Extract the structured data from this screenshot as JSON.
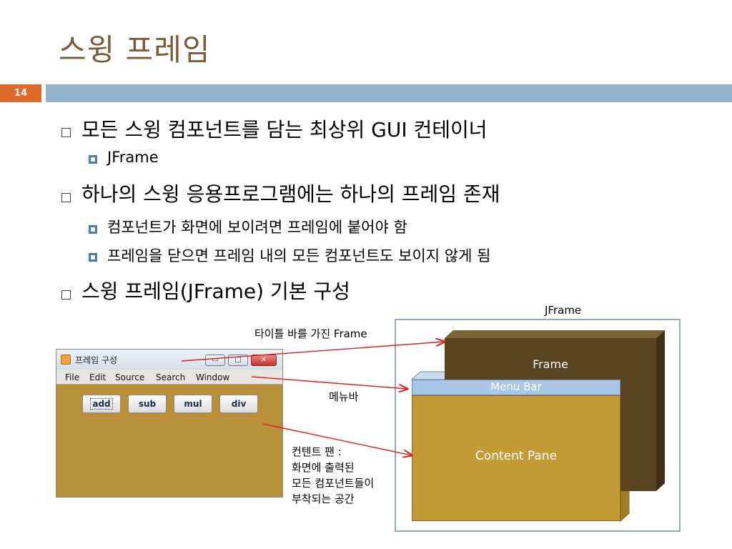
{
  "slide": {
    "title": "스윙 프레임",
    "number": "14"
  },
  "bullets": [
    {
      "text": "모든 스윙 컴포넌트를 담는 최상위 GUI 컨테이너",
      "children": [
        "JFrame"
      ]
    },
    {
      "text": "하나의 스윙 응용프로그램에는 하나의 프레임 존재",
      "children": [
        "컴포넌트가 화면에 보이려면 프레임에 붙어야 함",
        "프레임을 닫으면 프레임 내의 모든 컴포넌트도 보이지 않게 됨"
      ]
    },
    {
      "text": "스윙 프레임(JFrame) 기본 구성",
      "children": []
    }
  ],
  "window": {
    "title": "프레임 구성",
    "controls": {
      "minimize": "▭",
      "maximize": "□",
      "close": "✕"
    },
    "menu": [
      "File",
      "Edit",
      "Source",
      "Search",
      "Window"
    ],
    "buttons": [
      "add",
      "sub",
      "mul",
      "div"
    ]
  },
  "diagram": {
    "jframe_label": "JFrame",
    "frame_label": "Frame",
    "menubar_label": "Menu Bar",
    "content_pane_label": "Content Pane"
  },
  "annotations": {
    "title_bar": "타이틀 바를 가진 Frame",
    "menu_bar": "메뉴바",
    "content_pane": [
      "컨텐트 팬 :",
      "화면에 출력된",
      "모든 컴포넌트들이",
      "부착되는 공간"
    ]
  },
  "colors": {
    "title": "#7a5c3a",
    "header_bar": "#93b3cc",
    "slide_number_bg": "#de6a2c",
    "frame": "#5a4420",
    "menu_bar": "#a9c6e6",
    "content_pane": "#c49a34",
    "arrow": "#e02020"
  }
}
